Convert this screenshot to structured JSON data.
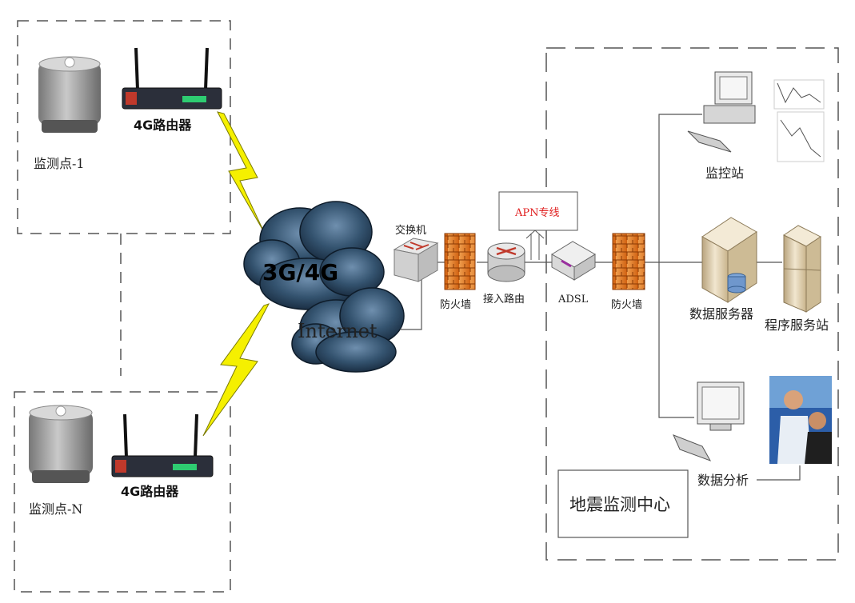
{
  "sites": {
    "site1_label": "监测点-1",
    "siteN_label": "监测点-N",
    "router1_label": "4G路由器",
    "routerN_label": "4G路由器"
  },
  "network": {
    "cloud_top_label": "3G/4G",
    "cloud_bottom_label": "Internet"
  },
  "chain": {
    "switch_label": "交换机",
    "firewall1_label": "防火墙",
    "access_router_label": "接入路由",
    "apn_label": "APN专线",
    "adsl_label": "ADSL",
    "firewall2_label": "防火墙"
  },
  "center": {
    "monitor_station_label": "监控站",
    "data_server_label": "数据服务器",
    "program_server_label": "程序服务站",
    "data_analysis_label": "数据分析",
    "title": "地震监测中心"
  },
  "colors": {
    "apn_text": "#e02020",
    "bolt": "#f5f000",
    "firewall": "#e87820",
    "cloud": "#2b4a66",
    "dash": "#555555"
  }
}
